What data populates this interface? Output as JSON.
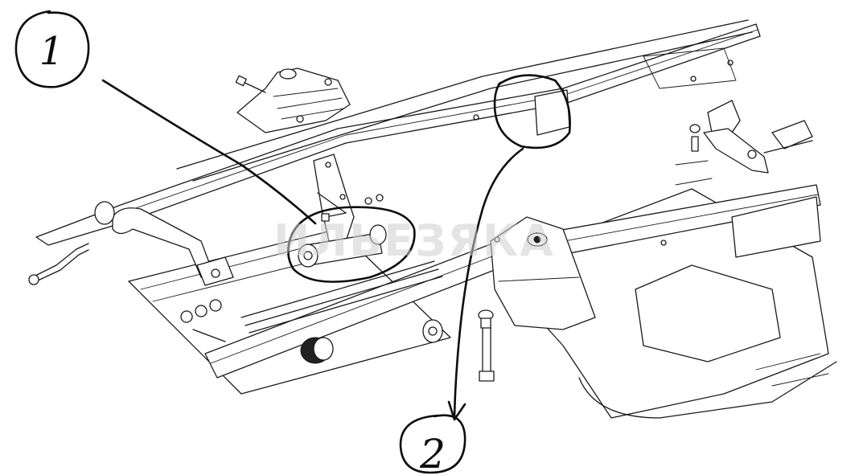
{
  "callouts": [
    {
      "label": "1"
    },
    {
      "label": "2"
    }
  ],
  "watermark": "ИЛЬЕЗЯКА"
}
